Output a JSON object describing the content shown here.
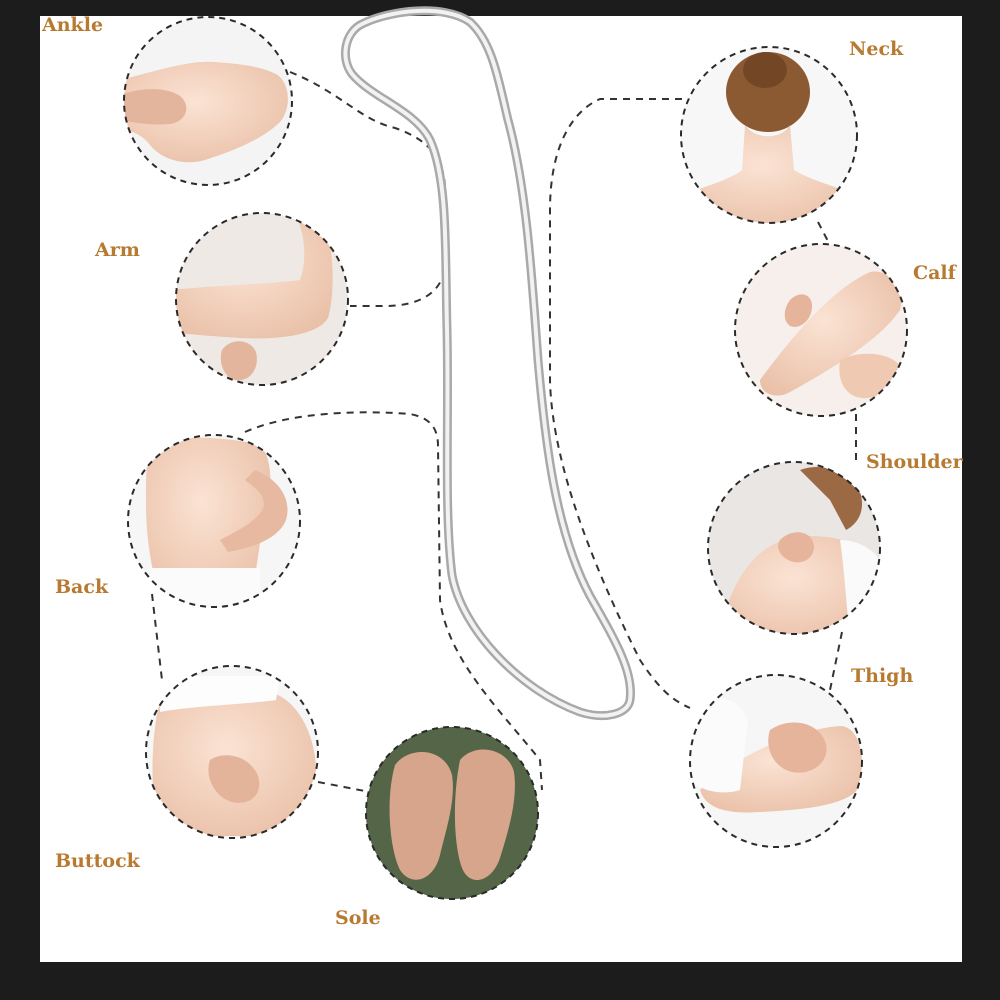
{
  "labels": {
    "ankle": "Ankle",
    "arm": "Arm",
    "back": "Back",
    "buttock": "Buttock",
    "sole": "Sole",
    "neck": "Neck",
    "calf": "Calf",
    "shoulder": "Shoulder",
    "thigh": "Thigh"
  },
  "colors": {
    "label": "#b77a30",
    "frame": "#1c1c1c",
    "background": "#ffffff",
    "dash": "#333333",
    "skin": "#f2d2bf",
    "tool": "#c8c8c8"
  },
  "icons": [
    "gua-sha-tool-icon",
    "ankle-photo",
    "arm-photo",
    "back-photo",
    "buttock-photo",
    "sole-photo",
    "neck-photo",
    "calf-photo",
    "shoulder-photo",
    "thigh-photo"
  ]
}
